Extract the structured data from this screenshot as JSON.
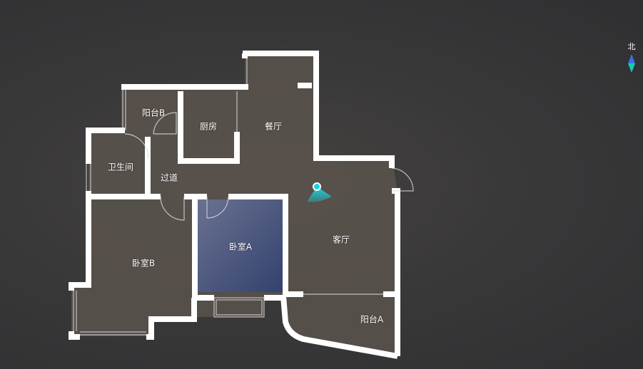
{
  "compass": {
    "label": "北",
    "icon": "north-arrow-icon"
  },
  "rooms": {
    "balcony_b": "阳台B",
    "kitchen": "厨房",
    "dining": "餐厅",
    "bathroom": "卫生间",
    "corridor": "过道",
    "bedroom_a": "卧室A",
    "living": "客厅",
    "bedroom_b": "卧室B",
    "balcony_a": "阳台A"
  },
  "colors": {
    "wall": "#ffffff",
    "selected_room": "#3d4b78",
    "camera": "#19d6e0"
  }
}
